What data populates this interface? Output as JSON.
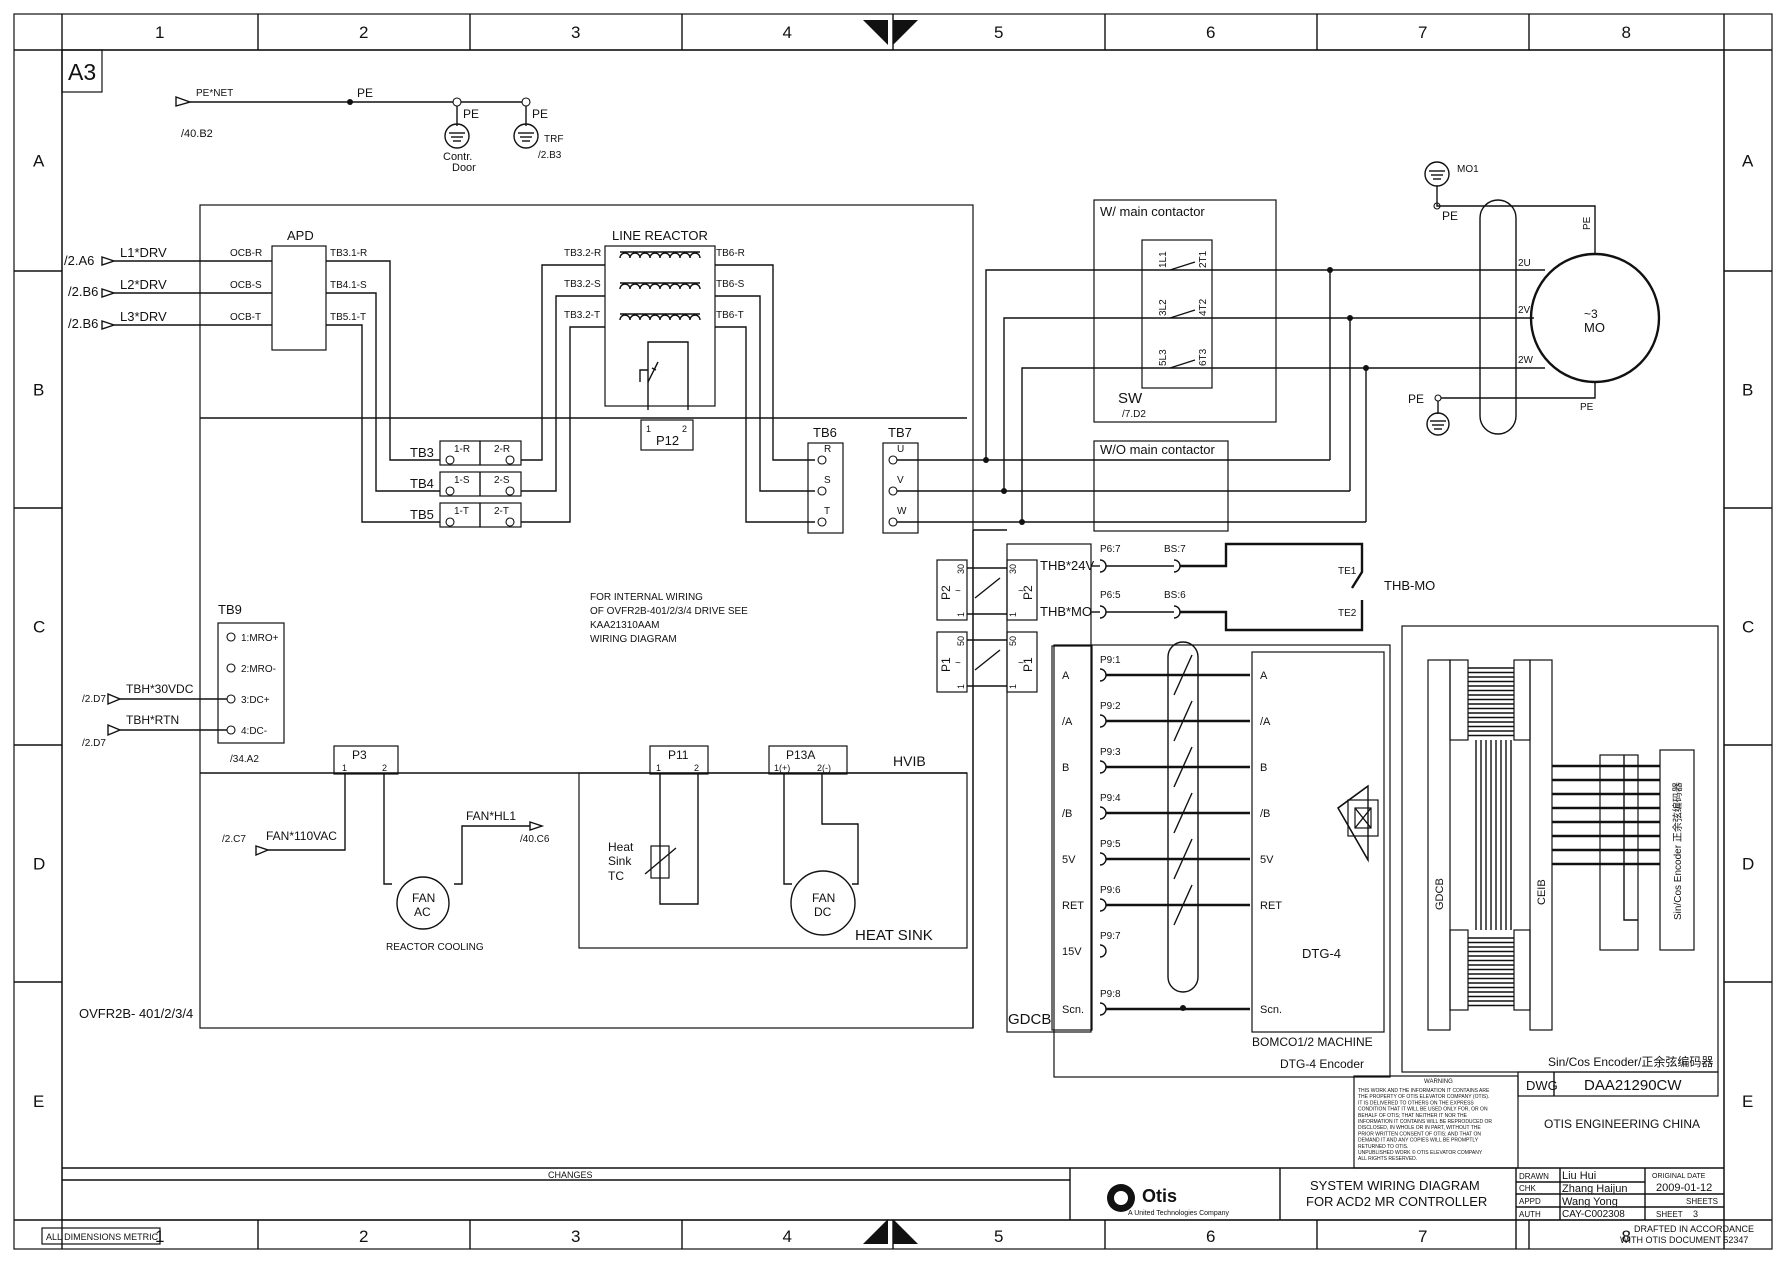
{
  "border": {
    "cols": [
      "1",
      "2",
      "3",
      "4",
      "5",
      "6",
      "7",
      "8"
    ],
    "rows": [
      "A",
      "B",
      "C",
      "D",
      "E"
    ],
    "sheet_size": "A3",
    "dimensions_note": "ALL DIMENSIONS METRIC"
  },
  "pe": {
    "net": "PE*NET",
    "pe": "PE",
    "ref": "/40.B2",
    "ground1": "PE",
    "ground1_label": "Contr.",
    "ground1_label2": "Door",
    "ground2": "PE",
    "ground2_label": "TRF",
    "ground2_ref": "/2.B3"
  },
  "supply": {
    "refs": [
      "/2.A6",
      "/2.B6",
      "/2.B6"
    ],
    "lines": [
      "L1*DRV",
      "L2*DRV",
      "L3*DRV"
    ],
    "ocb": [
      "OCB-R",
      "OCB-S",
      "OCB-T"
    ],
    "apd": "APD",
    "apd_out": [
      "TB3.1-R",
      "TB4.1-S",
      "TB5.1-T"
    ]
  },
  "reactor": {
    "title": "LINE REACTOR",
    "in": [
      "TB3.2-R",
      "TB3.2-S",
      "TB3.2-T"
    ],
    "out": [
      "TB6-R",
      "TB6-S",
      "TB6-T"
    ],
    "p12": "P12",
    "p12_pins": [
      "1",
      "2"
    ]
  },
  "terminal_blocks": {
    "tb3": "TB3",
    "tb4": "TB4",
    "tb5": "TB5",
    "tb3_pins": [
      "1-R",
      "2-R"
    ],
    "tb4_pins": [
      "1-S",
      "2-S"
    ],
    "tb5_pins": [
      "1-T",
      "2-T"
    ],
    "tb6": "TB6",
    "tb6_pins": [
      "R",
      "S",
      "T"
    ],
    "tb7": "TB7",
    "tb7_pins": [
      "U",
      "V",
      "W"
    ]
  },
  "contactor": {
    "with": "W/ main contactor",
    "without": "W/O main contactor",
    "sw": "SW",
    "sw_ref": "/7.D2",
    "contacts_left": [
      "1L1",
      "3L2",
      "5L3"
    ],
    "contacts_right": [
      "2T1",
      "4T2",
      "6T3"
    ]
  },
  "motor": {
    "mo1": "MO1",
    "pe_top": "PE",
    "pe_right": "PE",
    "pe_bottom": "PE",
    "pe_ground": "PE",
    "phases": [
      "2U",
      "2V",
      "2W"
    ],
    "symbol": "~3",
    "label": "MO"
  },
  "thermal": {
    "thb24": "THB*24V",
    "thbmo": "THB*MO",
    "p6_7": "P6:7",
    "p6_5": "P6:5",
    "bs7": "BS:7",
    "bs6": "BS:6",
    "te1": "TE1",
    "te2": "TE2",
    "label": "THB-MO",
    "p2": "P2",
    "p1": "P1",
    "p2_pins": [
      "30",
      "1"
    ],
    "p1_pins": [
      "50",
      "1"
    ],
    "p2_marks": "~",
    "p1_marks": "~"
  },
  "tb9": {
    "title": "TB9",
    "pins": [
      "1:MRO+",
      "2:MRO-",
      "3:DC+",
      "4:DC-"
    ],
    "ref": "/34.A2",
    "in1": "TBH*30VDC",
    "in1_ref": "/2.D7",
    "in2": "TBH*RTN",
    "in2_ref": "/2.D7"
  },
  "drive": {
    "note": [
      "FOR INTERNAL WIRING",
      "OF OVFR2B-401/2/3/4 DRIVE SEE",
      "KAA21310AAM",
      "WIRING DIAGRAM"
    ],
    "model": "OVFR2B- 401/2/3/4",
    "hvib": "HVIB",
    "gdcb": "GDCB"
  },
  "fans": {
    "p3": "P3",
    "p3_pins": [
      "1",
      "2"
    ],
    "fan110": "FAN*110VAC",
    "fan110_ref": "/2.C7",
    "fanhl": "FAN*HL1",
    "fanhl_ref": "/40.C6",
    "fan_ac_1": "FAN",
    "fan_ac_2": "AC",
    "reactor_cooling": "REACTOR COOLING",
    "p11": "P11",
    "p11_pins": [
      "1",
      "2"
    ],
    "p13a": "P13A",
    "p13a_pins": [
      "1(+)",
      "2(-)"
    ],
    "heat_sink_tc": [
      "Heat",
      "Sink",
      "TC"
    ],
    "fan_dc_1": "FAN",
    "fan_dc_2": "DC",
    "heat_sink": "HEAT SINK"
  },
  "encoder": {
    "signals": [
      "A",
      "/A",
      "B",
      "/B",
      "5V",
      "RET",
      "15V",
      "Scn."
    ],
    "pins": [
      "P9:1",
      "P9:2",
      "P9:3",
      "P9:4",
      "P9:5",
      "P9:6",
      "P9:7",
      "P9:8"
    ],
    "machine_signals": [
      "A",
      "/A",
      "B",
      "/B",
      "5V",
      "RET",
      "Scn."
    ],
    "dtg4": "DTG-4",
    "bomco": "BOMCO1/2 MACHINE",
    "dtg4_enc": "DTG-4 Encoder",
    "gdcb": "GDCB",
    "ceib": "CEIB",
    "sincos": "Sin/Cos Encoder 正余弦编码器",
    "sincos_bottom": "Sin/Cos Encoder/正余弦编码器"
  },
  "title_block": {
    "dwg_label": "DWG",
    "dwg": "DAA21290CW",
    "company": "OTIS ENGINEERING CHINA",
    "changes": "CHANGES",
    "title1": "SYSTEM WIRING DIAGRAM",
    "title2": "FOR ACD2 MR CONTROLLER",
    "brand": "Otis",
    "brand_sub": "A United Technologies Company",
    "drawn_label": "DRAWN",
    "drawn": "Liu Hui",
    "chk_label": "CHK",
    "chk": "Zhang Haijun",
    "appd_label": "APPD",
    "appd": "Wang Yong",
    "auth_label": "AUTH",
    "auth": "CAY-C002308",
    "orig_label": "ORIGINAL DATE",
    "orig": "2009-01-12",
    "sheets_label": "SHEETS",
    "sheet_label": "SHEET",
    "sheet": "3",
    "drafted1": "DRAFTED IN ACCORDANCE",
    "drafted2": "WITH OTIS DOCUMENT 52347",
    "warning_title": "WARNING",
    "warning": [
      "THIS WORK AND THE INFORMATION IT CONTAINS ARE",
      "THE PROPERTY OF OTIS ELEVATOR COMPANY (OTIS).",
      "IT IS DELIVERED TO OTHERS ON THE EXPRESS",
      "CONDITION THAT IT WILL BE USED ONLY FOR, OR ON",
      "BEHALF OF OTIS; THAT NEITHER IT NOR THE",
      "INFORMATION IT CONTAINS WILL BE REPRODUCED OR",
      "DISCLOSED, IN WHOLE OR IN PART, WITHOUT THE",
      "PRIOR WRITTEN CONSENT OF OTIS; AND THAT ON",
      "DEMAND IT AND ANY COPIES WILL BE PROMPTLY",
      "RETURNED TO OTIS.",
      "UNPUBLISHED WORK  © OTIS ELEVATOR COMPANY",
      "ALL RIGHTS RESERVED."
    ]
  }
}
